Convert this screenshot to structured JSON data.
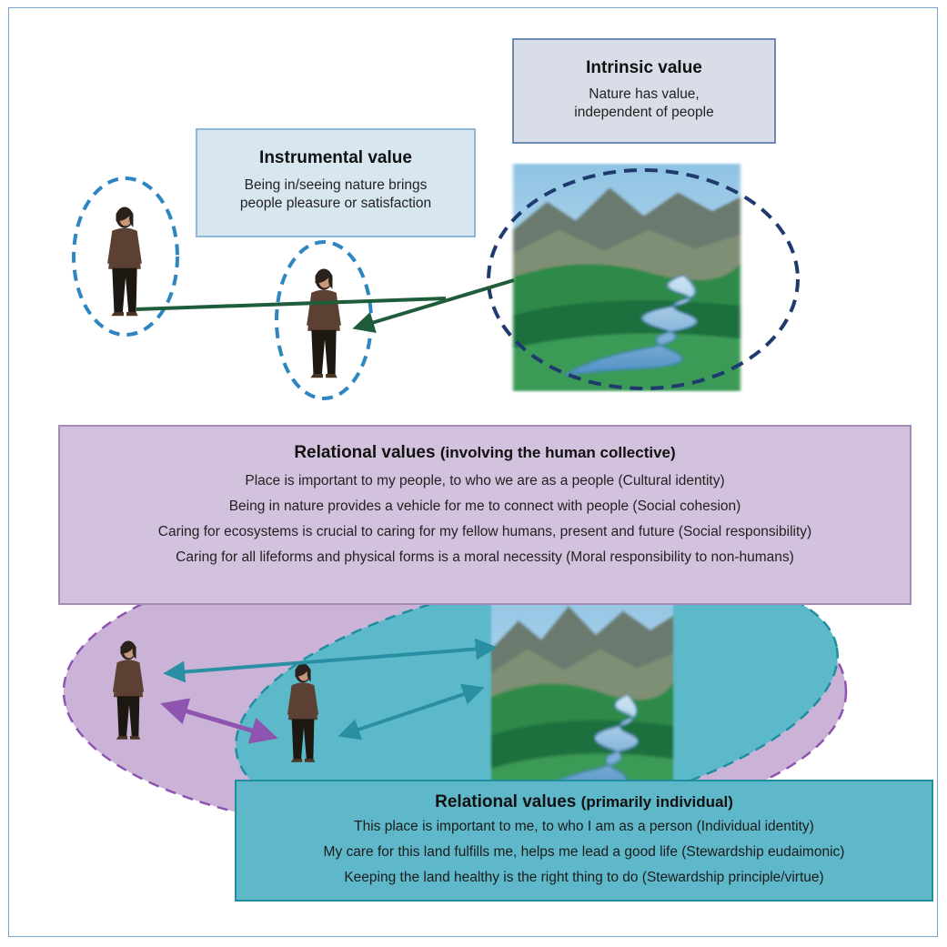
{
  "intrinsic": {
    "title": "Intrinsic value",
    "lines": [
      "Nature has value,",
      "independent of people"
    ]
  },
  "instrumental": {
    "title": "Instrumental value",
    "lines": [
      "Being in/seeing nature brings",
      "people pleasure or satisfaction"
    ]
  },
  "relational_collective": {
    "title": "Relational values",
    "subtitle": "(involving the human collective)",
    "lines": [
      "Place is important to my people, to who we are as a people (Cultural identity)",
      "Being in nature provides a vehicle for me to connect with people (Social cohesion)",
      "Caring for ecosystems is crucial to caring for my fellow humans, present and future (Social responsibility)",
      "Caring for all lifeforms and physical forms is a moral necessity (Moral responsibility to non-humans)"
    ]
  },
  "relational_individual": {
    "title": "Relational values",
    "subtitle": "(primarily individual)",
    "lines": [
      "This place is important to me, to who I am as a person (Individual identity)",
      "My care for this land fulfills me, helps me lead a good life (Stewardship eudaimonic)",
      "Keeping the land healthy is the right thing to do (Stewardship principle/virtue)"
    ]
  },
  "colors": {
    "dashed_blue": "#2e86c1",
    "navy_dash": "#1f3a6e",
    "arrow_green": "#1f5c3a",
    "arrow_teal": "#2a8fa3",
    "arrow_purple": "#8e55b0",
    "ellipse_purple": "#cbb3d8",
    "ellipse_teal": "#5cb9ca"
  },
  "icons": [
    "person-figure",
    "landscape-river",
    "double-arrow"
  ]
}
